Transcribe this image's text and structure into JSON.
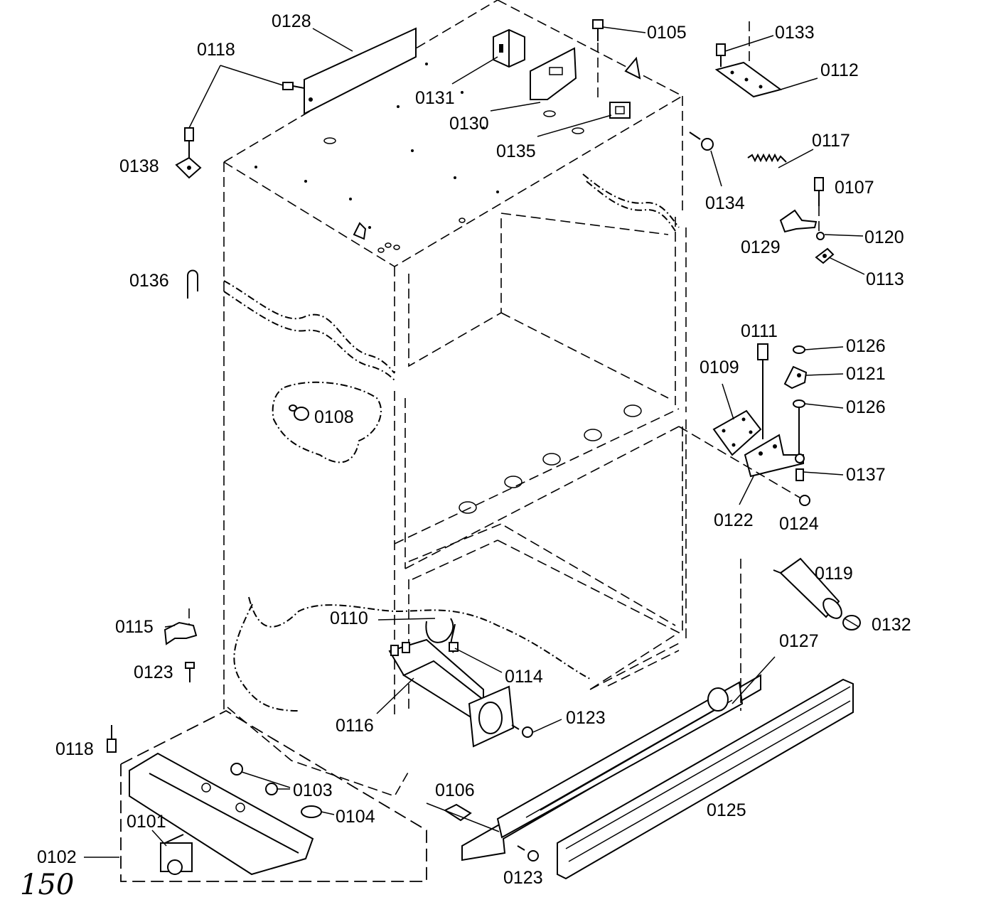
{
  "diagram": {
    "parts": [
      {
        "id": "p0128",
        "label": "0128"
      },
      {
        "id": "p0118a",
        "label": "0118"
      },
      {
        "id": "p0131",
        "label": "0131"
      },
      {
        "id": "p0130",
        "label": "0130"
      },
      {
        "id": "p0105",
        "label": "0105"
      },
      {
        "id": "p0133",
        "label": "0133"
      },
      {
        "id": "p0112",
        "label": "0112"
      },
      {
        "id": "p0135",
        "label": "0135"
      },
      {
        "id": "p0138",
        "label": "0138"
      },
      {
        "id": "p0117",
        "label": "0117"
      },
      {
        "id": "p0107",
        "label": "0107"
      },
      {
        "id": "p0134",
        "label": "0134"
      },
      {
        "id": "p0129",
        "label": "0129"
      },
      {
        "id": "p0120",
        "label": "0120"
      },
      {
        "id": "p0113",
        "label": "0113"
      },
      {
        "id": "p0136",
        "label": "0136"
      },
      {
        "id": "p0111",
        "label": "0111"
      },
      {
        "id": "p0126a",
        "label": "0126"
      },
      {
        "id": "p0109",
        "label": "0109"
      },
      {
        "id": "p0121",
        "label": "0121"
      },
      {
        "id": "p0126b",
        "label": "0126"
      },
      {
        "id": "p0108",
        "label": "0108"
      },
      {
        "id": "p0137",
        "label": "0137"
      },
      {
        "id": "p0122",
        "label": "0122"
      },
      {
        "id": "p0124",
        "label": "0124"
      },
      {
        "id": "p0119",
        "label": "0119"
      },
      {
        "id": "p0132",
        "label": "0132"
      },
      {
        "id": "p0115",
        "label": "0115"
      },
      {
        "id": "p0110",
        "label": "0110"
      },
      {
        "id": "p0127",
        "label": "0127"
      },
      {
        "id": "p0123a",
        "label": "0123"
      },
      {
        "id": "p0114",
        "label": "0114"
      },
      {
        "id": "p0123b",
        "label": "0123"
      },
      {
        "id": "p0116",
        "label": "0116"
      },
      {
        "id": "p0118b",
        "label": "0118"
      },
      {
        "id": "p0103",
        "label": "0103"
      },
      {
        "id": "p0106",
        "label": "0106"
      },
      {
        "id": "p0104",
        "label": "0104"
      },
      {
        "id": "p0125",
        "label": "0125"
      },
      {
        "id": "p0101",
        "label": "0101"
      },
      {
        "id": "p0102",
        "label": "0102"
      },
      {
        "id": "p0123c",
        "label": "0123"
      }
    ],
    "page_number": "150"
  }
}
